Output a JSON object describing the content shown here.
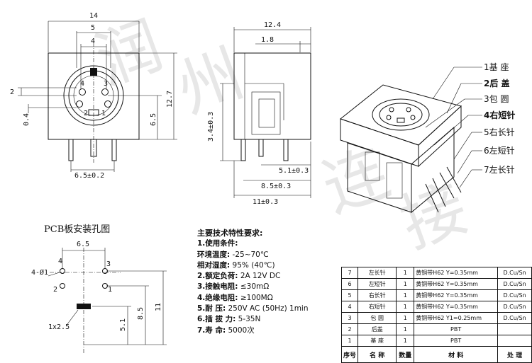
{
  "front_view": {
    "dims": {
      "w14": "14",
      "w5": "5",
      "w4": "4",
      "h2": "2",
      "h04": "0.4",
      "h127": "12.7",
      "h65": "6.5",
      "pin_pitch": "6.5±0.2"
    },
    "pin_numbers": [
      "1",
      "2",
      "3",
      "4"
    ]
  },
  "side_view": {
    "dims": {
      "w124": "12.4",
      "w18": "1.8",
      "h34": "3.4±0.3",
      "d51": "5.1±0.3",
      "d85": "8.5±0.3",
      "d11": "11±0.3"
    }
  },
  "callouts": [
    {
      "label": "1基 座",
      "bold": false
    },
    {
      "label": "2后 盖",
      "bold": true
    },
    {
      "label": "3包 圆",
      "bold": false
    },
    {
      "label": "4右短针",
      "bold": true
    },
    {
      "label": "5右长针",
      "bold": false
    },
    {
      "label": "6左短针",
      "bold": false
    },
    {
      "label": "7左长针",
      "bold": false
    }
  ],
  "pcb": {
    "title": "PCB板安装孔图",
    "dims": {
      "w65": "6.5",
      "hole": "4-Ø1",
      "slot": "1x2.5",
      "h51": "5.1",
      "h85": "8.5",
      "h11": "11"
    },
    "pin_numbers": [
      "1",
      "2",
      "3",
      "4"
    ]
  },
  "specs": {
    "title": "主要技术特性要求:",
    "items": [
      {
        "label": "1.使用条件:",
        "value": ""
      },
      {
        "label": "  环境温度:",
        "value": "-25~70℃"
      },
      {
        "label": "  相对湿度:",
        "value": "95% (40℃)"
      },
      {
        "label": "2.额定负荷:",
        "value": "2A 12V DC"
      },
      {
        "label": "3.接触电阻:",
        "value": "≤30mΩ"
      },
      {
        "label": "4.绝缘电阻:",
        "value": "≥100MΩ"
      },
      {
        "label": "5.耐   压:",
        "value": "250V AC (50Hz) 1min"
      },
      {
        "label": "6.插 拔 力:",
        "value": "5-35N"
      },
      {
        "label": "7.寿   命:",
        "value": "5000次"
      }
    ]
  },
  "bom": {
    "header": [
      "序号",
      "名 称",
      "数量",
      "材 料",
      "处 理"
    ],
    "rows": [
      [
        "7",
        "左长针",
        "1",
        "黄铜带H62 Y=0.35mm",
        "D.Cu/Sn"
      ],
      [
        "6",
        "左短针",
        "1",
        "黄铜带H62 Y=0.35mm",
        "D.Cu/Sn"
      ],
      [
        "5",
        "右长针",
        "1",
        "黄铜带H62 Y=0.35mm",
        "D.Cu/Sn"
      ],
      [
        "4",
        "右短针",
        "1",
        "黄铜带H62 Y=0.35mm",
        "D.Cu/Sn"
      ],
      [
        "3",
        "包 圆",
        "1",
        "黄铜带H62 Y1=0.25mm",
        "D.Cu/Sn"
      ],
      [
        "2",
        "后盖",
        "1",
        "PBT",
        ""
      ],
      [
        "1",
        "基 座",
        "1",
        "PBT",
        ""
      ]
    ]
  },
  "watermark": "润州连接"
}
